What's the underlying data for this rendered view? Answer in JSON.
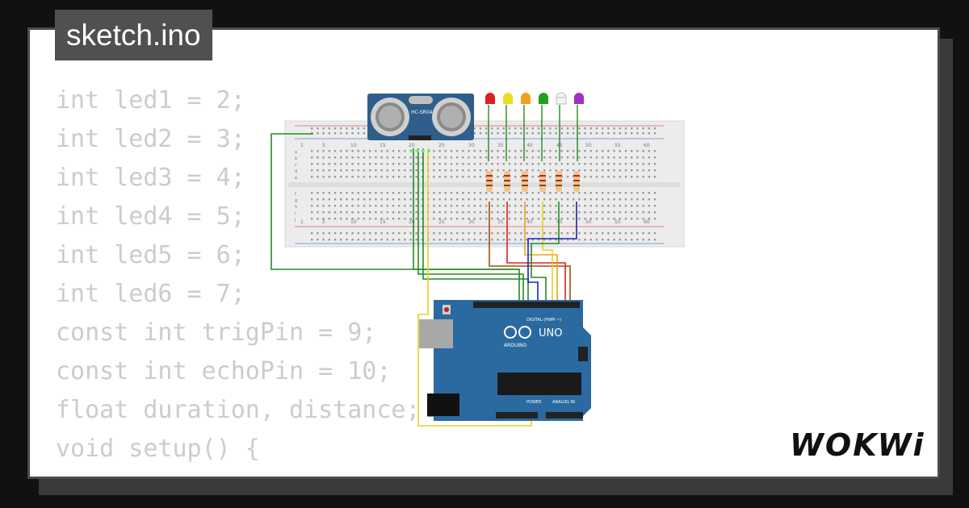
{
  "window": {
    "title": "sketch.ino"
  },
  "code_lines": [
    "int led1 = 2;",
    "int led2 = 3;",
    "int led3 = 4;",
    "int led4 = 5;",
    "int led5 = 6;",
    "int led6 = 7;",
    "const int trigPin = 9;",
    "const int echoPin = 10;",
    "float duration, distance;",
    "",
    "void setup() {"
  ],
  "components": {
    "ultrasonic_label": "HC-SR04",
    "arduino_brand": "ARDUINO",
    "arduino_model": "UNO",
    "digital_label": "DIGITAL (PWM ~)",
    "power_label": "POWER",
    "analog_label": "ANALOG IN",
    "breadboard_numbers_top": [
      "1",
      "5",
      "10",
      "15",
      "20",
      "25",
      "30",
      "35",
      "40",
      "45",
      "50",
      "55",
      "60"
    ],
    "breadboard_rows": [
      "a",
      "b",
      "c",
      "d",
      "e",
      "f",
      "g",
      "h",
      "i",
      "j"
    ],
    "led_colors": [
      "#e02020",
      "#e8e020",
      "#f0a020",
      "#20a020",
      "#f0f0f0",
      "#a030c0"
    ]
  },
  "brand": {
    "logo": "WOKWi"
  },
  "colors": {
    "background": "#111111",
    "card": "#ffffff",
    "code_text": "#cccccc",
    "tab": "#505050",
    "board": "#2a6aa0",
    "sensor": "#2f5e8a",
    "breadboard": "#ececec"
  }
}
